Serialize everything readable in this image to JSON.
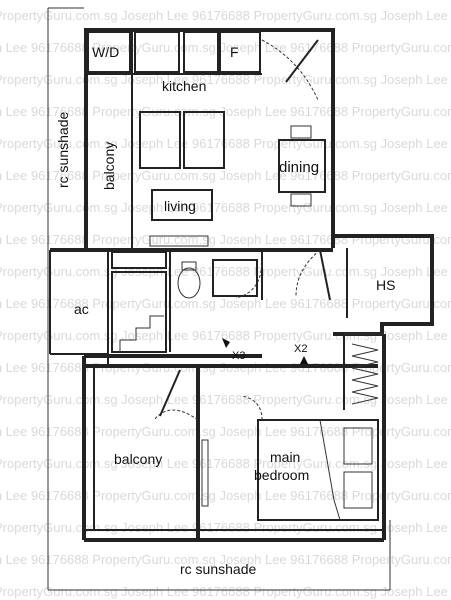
{
  "watermark": {
    "line_a": "PropertyGuru.com.sg Joseph Lee 96176688 PropertyGuru.com.sg Joseph Lee 96176688 PropertyGuru.com.sg",
    "line_b": "Joseph Lee 96176688 PropertyGuru.com.sg Joseph Lee 96176688 PropertyGuru.com.sg Joseph Lee 96176688"
  },
  "rooms": {
    "wd": "W/D",
    "fridge": "F",
    "kitchen": "kitchen",
    "balcony_top": "balcony",
    "rc_sunshade_left": "rc sunshade",
    "dining": "dining",
    "living": "living",
    "hs": "HS",
    "ac": "ac",
    "balcony_bottom": "balcony",
    "main_bedroom_line1": "main",
    "main_bedroom_line2": "bedroom",
    "rc_sunshade_bottom": "rc sunshade"
  },
  "markers": {
    "x2": "X2",
    "x3": "X3"
  }
}
